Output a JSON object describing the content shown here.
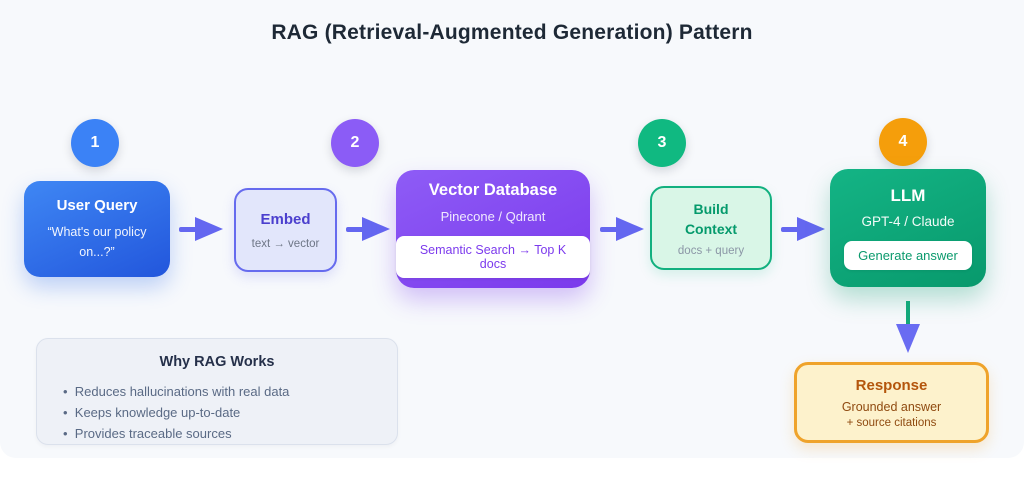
{
  "title": "RAG (Retrieval-Augmented Generation) Pattern",
  "steps": [
    {
      "number": "1",
      "color": "#3b82f6"
    },
    {
      "number": "2",
      "color": "#8b5cf6"
    },
    {
      "number": "3",
      "color": "#10b981"
    },
    {
      "number": "4",
      "color": "#f59e0b"
    }
  ],
  "nodes": {
    "user_query": {
      "title": "User Query",
      "subtitle": "“What's our policy on...?”"
    },
    "embed": {
      "title": "Embed",
      "subtitle": "text → vector"
    },
    "vector_db": {
      "title": "Vector Database",
      "subtitle": "Pinecone / Qdrant",
      "badge": "Semantic Search → Top K docs"
    },
    "build_context": {
      "title": "Build Context",
      "subtitle": "docs + query"
    },
    "llm": {
      "title": "LLM",
      "subtitle": "GPT-4 / Claude",
      "badge": "Generate answer"
    },
    "response": {
      "title": "Response",
      "subtitle": "Grounded answer",
      "note": "+ source citations"
    }
  },
  "info_box": {
    "title": "Why RAG Works",
    "bullets": [
      "Reduces hallucinations with real data",
      "Keeps knowledge up-to-date",
      "Provides traceable sources"
    ]
  },
  "colors": {
    "background": "#f7f9fc",
    "arrow": "#6366f1",
    "vertical_line": "#10b981",
    "blue_box": "#2f6ae4",
    "purple_box": "#7c3aed",
    "green_box": "#0ea47a",
    "response_border": "#f0a32b",
    "response_bg": "#fdf2cc"
  }
}
